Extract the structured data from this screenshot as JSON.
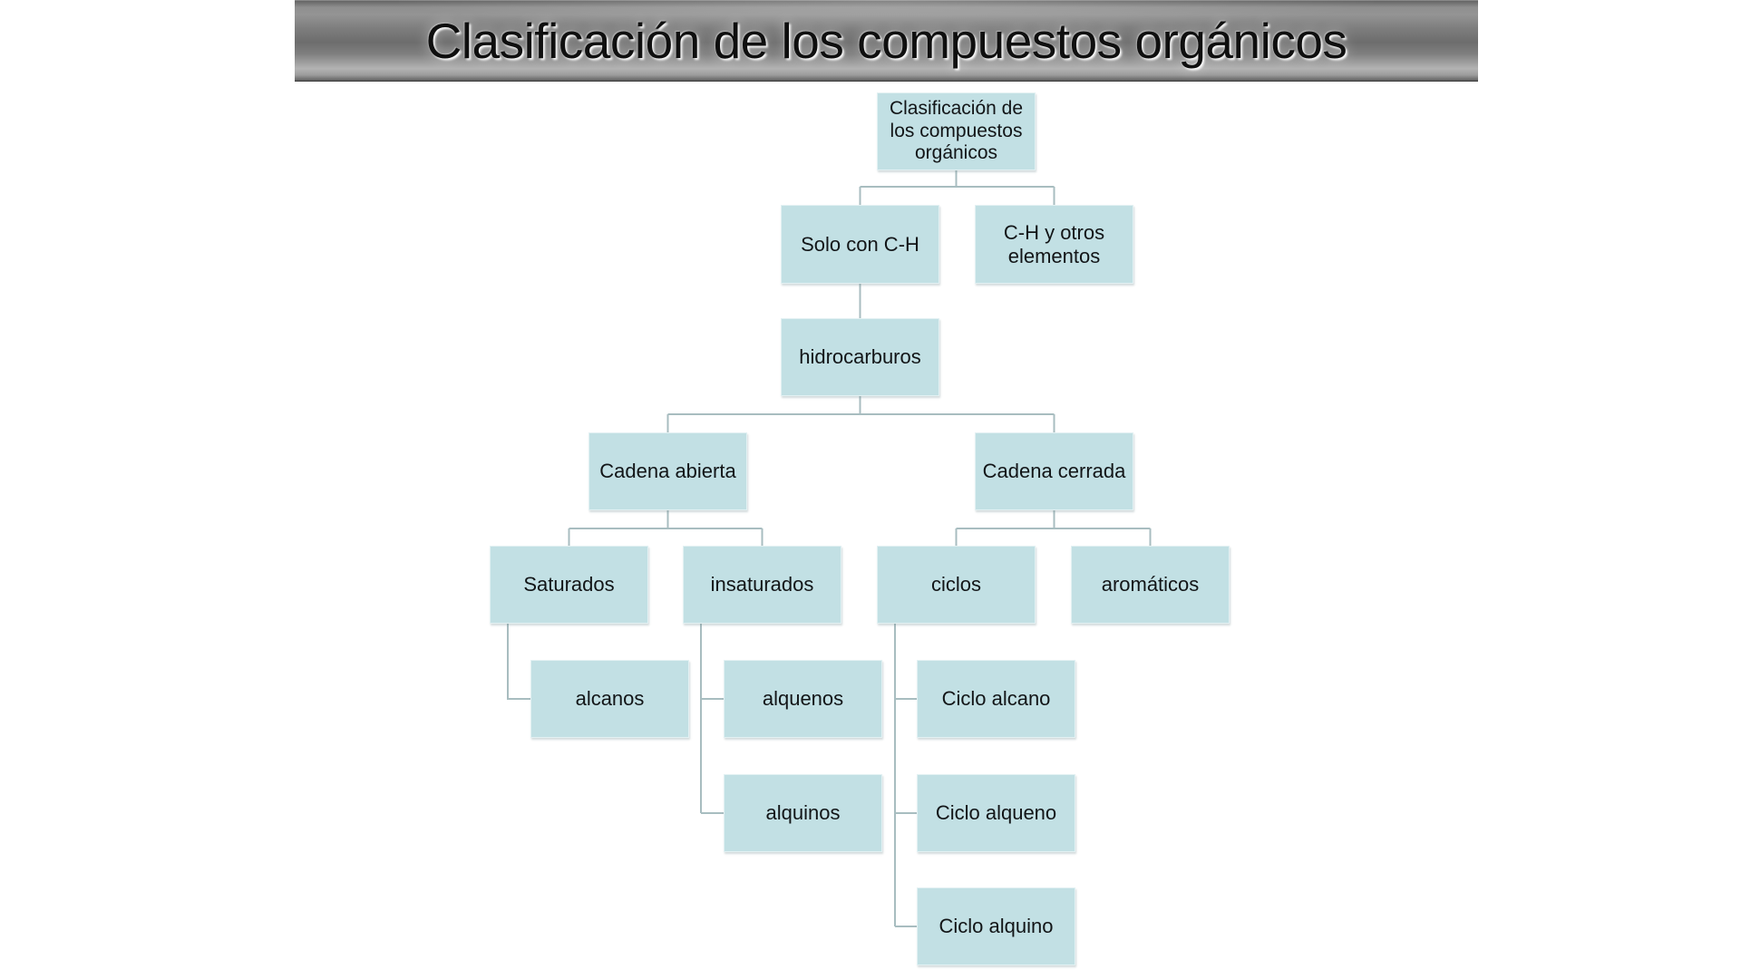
{
  "slide_title": "Clasificación de los compuestos orgánicos",
  "colors": {
    "background": "#ffffff",
    "node-fill": "#c2e0e4",
    "node-text": "#121517",
    "connector": "#a8bdc0",
    "title-text": "#0f0f0f",
    "banner-gray": "#7c7c7c"
  },
  "diagram": {
    "nodes": {
      "root": {
        "label": "Clasificación de los compuestos orgánicos"
      },
      "solo_ch": {
        "label": "Solo con C-H"
      },
      "ch_otros": {
        "label": "C-H y otros elementos"
      },
      "hidrocarburos": {
        "label": "hidrocarburos"
      },
      "cadena_abierta": {
        "label": "Cadena abierta"
      },
      "cadena_cerrada": {
        "label": "Cadena cerrada"
      },
      "saturados": {
        "label": "Saturados"
      },
      "insaturados": {
        "label": "insaturados"
      },
      "ciclos": {
        "label": "ciclos"
      },
      "aromaticos": {
        "label": "aromáticos"
      },
      "alcanos": {
        "label": "alcanos"
      },
      "alquenos": {
        "label": "alquenos"
      },
      "alquinos": {
        "label": "alquinos"
      },
      "ciclo_alcano": {
        "label": "Ciclo alcano"
      },
      "ciclo_alqueno": {
        "label": "Ciclo alqueno"
      },
      "ciclo_alquino": {
        "label": "Ciclo alquino"
      }
    },
    "edges": [
      [
        "root",
        "solo_ch"
      ],
      [
        "root",
        "ch_otros"
      ],
      [
        "solo_ch",
        "hidrocarburos"
      ],
      [
        "hidrocarburos",
        "cadena_abierta"
      ],
      [
        "hidrocarburos",
        "cadena_cerrada"
      ],
      [
        "cadena_abierta",
        "saturados"
      ],
      [
        "cadena_abierta",
        "insaturados"
      ],
      [
        "cadena_cerrada",
        "ciclos"
      ],
      [
        "cadena_cerrada",
        "aromaticos"
      ],
      [
        "saturados",
        "alcanos"
      ],
      [
        "insaturados",
        "alquenos"
      ],
      [
        "insaturados",
        "alquinos"
      ],
      [
        "ciclos",
        "ciclo_alcano"
      ],
      [
        "ciclos",
        "ciclo_alqueno"
      ],
      [
        "ciclos",
        "ciclo_alquino"
      ]
    ]
  }
}
